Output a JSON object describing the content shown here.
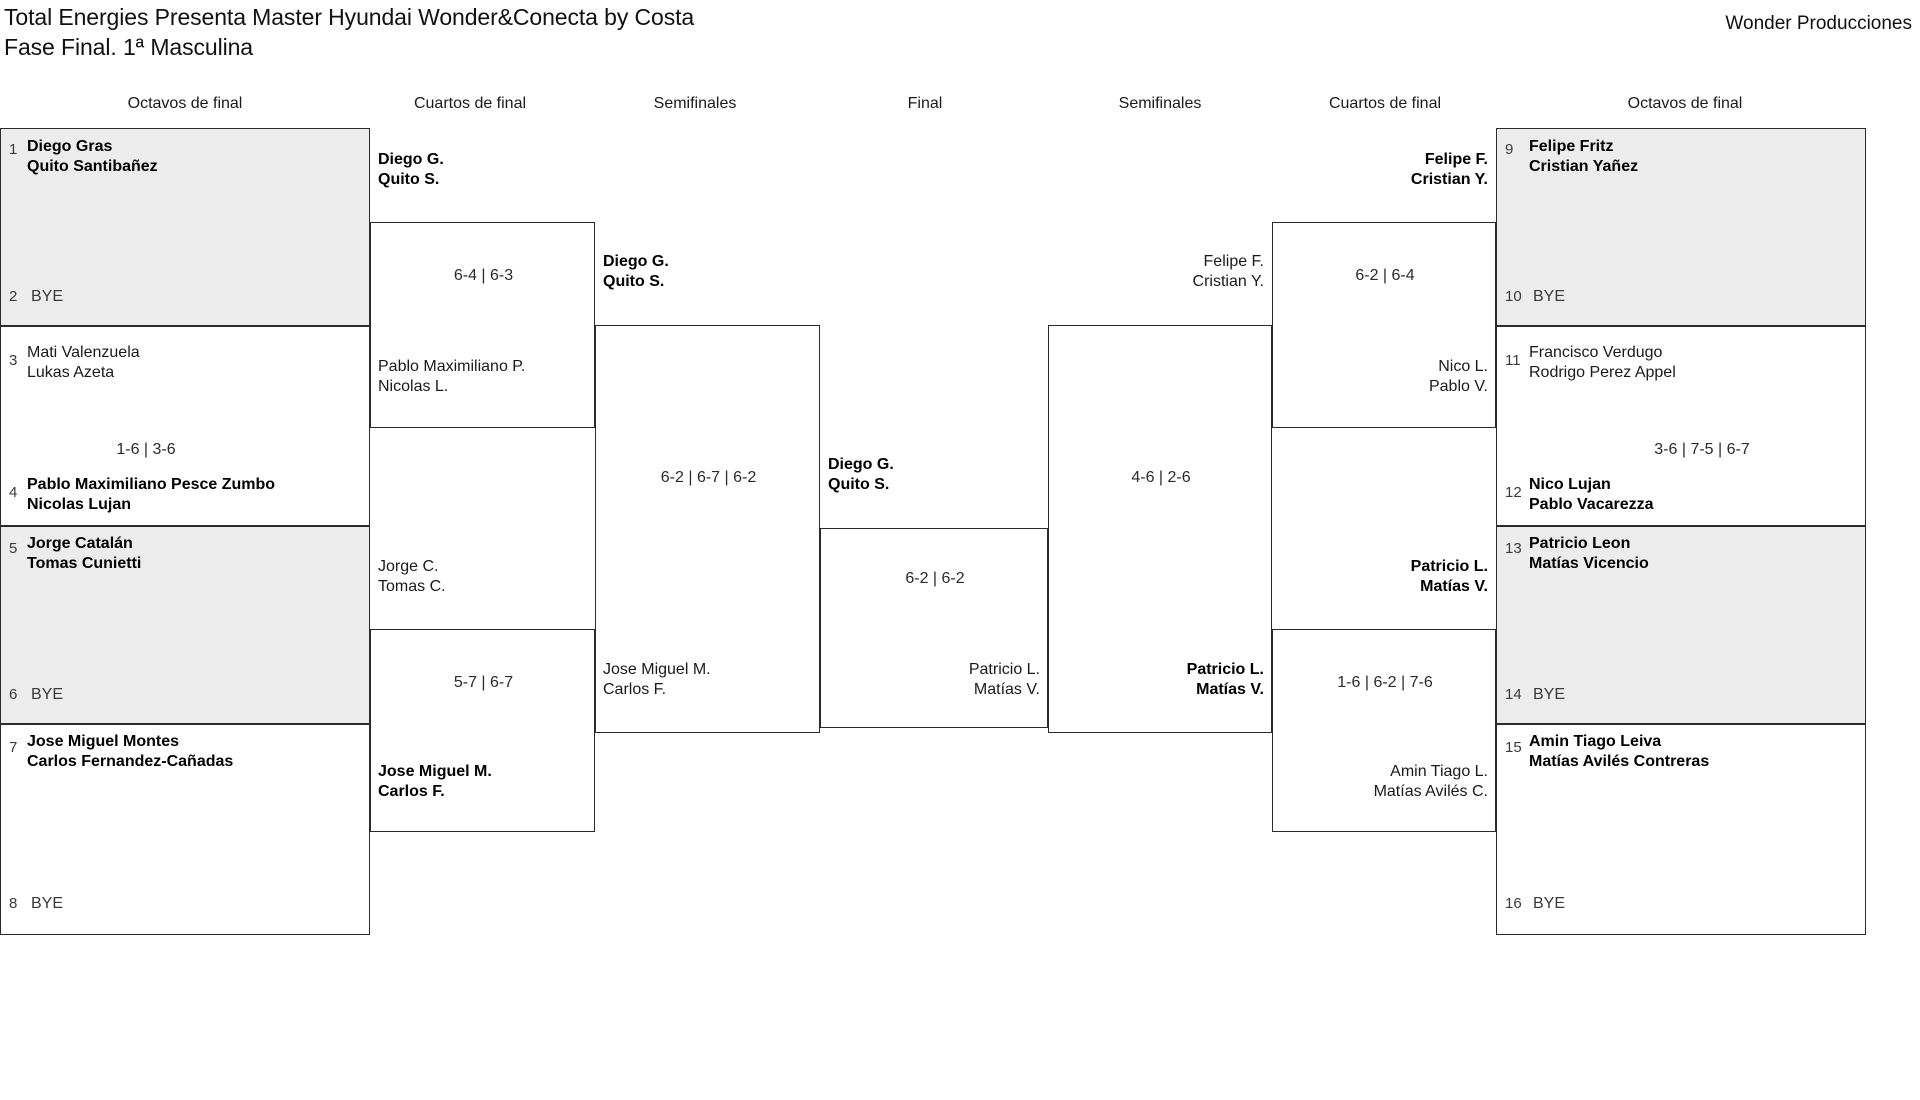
{
  "header": {
    "title": "Total Energies Presenta Master Hyundai Wonder&Conecta by Costa\nFase Final. 1ª Masculina",
    "brand": "Wonder Producciones"
  },
  "rounds": {
    "left_r16": "Octavos de final",
    "left_qf": "Cuartos de final",
    "left_sf": "Semifinales",
    "final": "Final",
    "right_sf": "Semifinales",
    "right_qf": "Cuartos de final",
    "right_r16": "Octavos de final"
  },
  "left_r16": [
    {
      "seed": "1",
      "players": "Diego Gras\nQuito Santibañez",
      "winner": true,
      "bye": false
    },
    {
      "seed": "2",
      "players": "BYE",
      "winner": false,
      "bye": true
    },
    {
      "seed": "3",
      "players": "Mati Valenzuela\nLukas Azeta",
      "winner": false,
      "bye": false
    },
    {
      "seed": "4",
      "players": "Pablo Maximiliano Pesce Zumbo\nNicolas Lujan",
      "winner": true,
      "bye": false
    },
    {
      "seed": "5",
      "players": "Jorge Catalán\nTomas Cunietti",
      "winner": true,
      "bye": false
    },
    {
      "seed": "6",
      "players": "BYE",
      "winner": false,
      "bye": true
    },
    {
      "seed": "7",
      "players": "Jose Miguel Montes\nCarlos Fernandez-Cañadas",
      "winner": true,
      "bye": false
    },
    {
      "seed": "8",
      "players": "BYE",
      "winner": false,
      "bye": true
    }
  ],
  "left_r16_scores": {
    "match_3_4": "1-6 | 3-6"
  },
  "left_qf": [
    {
      "players": "Diego G.\nQuito S.",
      "winner": true
    },
    {
      "players": "Pablo Maximiliano P.\nNicolas L.",
      "winner": false
    },
    {
      "players": "Jorge C.\nTomas C.",
      "winner": false
    },
    {
      "players": "Jose Miguel M.\nCarlos F.",
      "winner": true
    }
  ],
  "left_qf_scores": {
    "match_top": "6-4 | 6-3",
    "match_bottom": "5-7 | 6-7"
  },
  "left_sf": [
    {
      "players": "Diego G.\nQuito S.",
      "winner": true
    },
    {
      "players": "Jose Miguel M.\nCarlos F.",
      "winner": false
    }
  ],
  "left_sf_scores": {
    "match": "6-2 | 6-7 | 6-2"
  },
  "final": {
    "winner_players": "Diego G.\nQuito S.",
    "runner_up_players": "Patricio L.\nMatías V.",
    "score": "6-2 | 6-2"
  },
  "right_sf": [
    {
      "players": "Felipe F.\nCristian Y.",
      "winner": false
    },
    {
      "players": "Patricio L.\nMatías V.",
      "winner": true
    }
  ],
  "right_sf_scores": {
    "match": "4-6 | 2-6"
  },
  "right_qf": [
    {
      "players": "Felipe F.\nCristian Y.",
      "winner": true
    },
    {
      "players": "Nico L.\nPablo V.",
      "winner": false
    },
    {
      "players": "Patricio L.\nMatías V.",
      "winner": true
    },
    {
      "players": "Amin Tiago L.\nMatías Avilés C.",
      "winner": false
    }
  ],
  "right_qf_scores": {
    "match_top": "6-2 | 6-4",
    "match_bottom": "1-6 | 6-2 | 7-6"
  },
  "right_r16": [
    {
      "seed": "9",
      "players": "Felipe Fritz\nCristian Yañez",
      "winner": true,
      "bye": false
    },
    {
      "seed": "10",
      "players": "BYE",
      "winner": false,
      "bye": true
    },
    {
      "seed": "11",
      "players": "Francisco Verdugo\nRodrigo Perez Appel",
      "winner": false,
      "bye": false
    },
    {
      "seed": "12",
      "players": "Nico Lujan\nPablo Vacarezza",
      "winner": true,
      "bye": false
    },
    {
      "seed": "13",
      "players": "Patricio Leon\nMatías Vicencio",
      "winner": true,
      "bye": false
    },
    {
      "seed": "14",
      "players": "BYE",
      "winner": false,
      "bye": true
    },
    {
      "seed": "15",
      "players": "Amin Tiago Leiva\nMatías Avilés Contreras",
      "winner": true,
      "bye": false
    },
    {
      "seed": "16",
      "players": "BYE",
      "winner": false,
      "bye": true
    }
  ],
  "right_r16_scores": {
    "match_11_12": "3-6 | 7-5 | 6-7"
  },
  "colors": {
    "shaded_cell": "#ececec",
    "line": "#2b2b2b",
    "text": "#1a1a1a"
  }
}
